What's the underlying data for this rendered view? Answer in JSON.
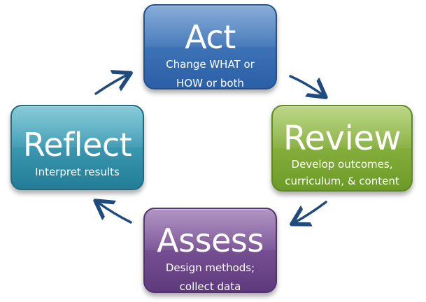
{
  "cycle": {
    "act": {
      "title": "Act",
      "lines": [
        "Change WHAT or",
        "HOW  or both"
      ]
    },
    "review": {
      "title": "Review",
      "lines": [
        "Develop outcomes,",
        "curriculum, & content"
      ]
    },
    "assess": {
      "title": "Assess",
      "lines": [
        "Design methods;",
        "collect data"
      ]
    },
    "reflect": {
      "title": "Reflect",
      "lines": [
        "Interpret results"
      ]
    }
  },
  "colors": {
    "act": "#3b72b8",
    "review": "#84b03a",
    "assess": "#734d93",
    "reflect": "#3596b0",
    "arrow": "#1f4a7d"
  }
}
